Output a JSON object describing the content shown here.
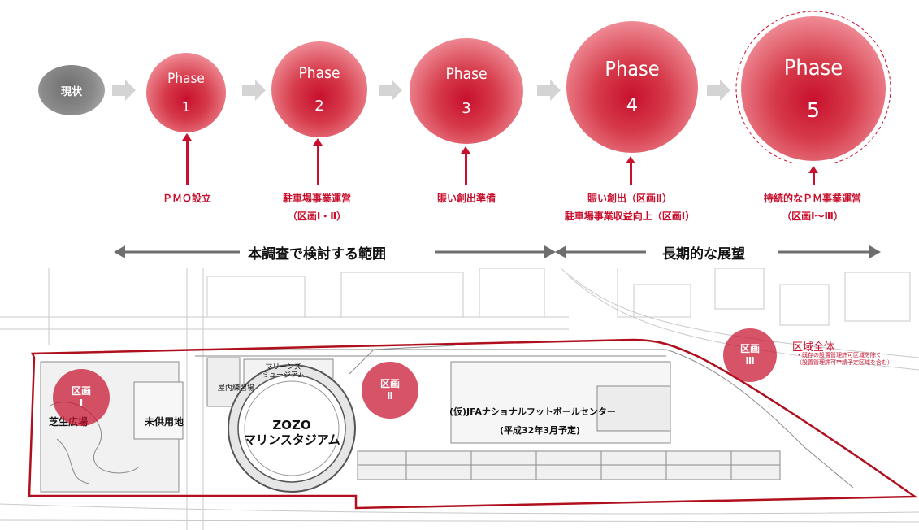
{
  "current": {
    "label": "現状"
  },
  "phases": [
    {
      "word": "Phase",
      "number": "1",
      "label_lines": [
        "ＰＭＯ設立"
      ]
    },
    {
      "word": "Phase",
      "number": "2",
      "label_lines": [
        "駐車場事業運営",
        "（区画Ⅰ・Ⅱ）"
      ]
    },
    {
      "word": "Phase",
      "number": "3",
      "label_lines": [
        "賑い創出準備"
      ]
    },
    {
      "word": "Phase",
      "number": "4",
      "label_lines": [
        "賑い創出（区画Ⅱ）",
        "駐車場事業収益向上（区画Ⅰ）"
      ]
    },
    {
      "word": "Phase",
      "number": "5",
      "label_lines": [
        "持続的なＰＭ事業運営",
        "（区画Ⅰ～Ⅲ）"
      ]
    }
  ],
  "scope": {
    "study_range": "本調査で検討する範囲",
    "long_term": "長期的な展望"
  },
  "map": {
    "zone1": [
      "区画",
      "Ⅰ"
    ],
    "zone2": [
      "区画",
      "Ⅱ"
    ],
    "zone3": [
      "区画",
      "Ⅲ"
    ],
    "whole_area": "区域全体",
    "whole_area_notes": [
      "・既存の設置管理許可区域を除く",
      "（設置管理許可申請予定区域を含む）"
    ],
    "lawn_plaza": "芝生広場",
    "undeveloped": "未供用地",
    "stadium": [
      "ZOZO",
      "マリンスタジアム"
    ],
    "marines_museum": [
      "マリーンズ",
      "ミュージアム"
    ],
    "indoor_practice": "屋内練習場",
    "jfa_center": "(仮)JFAナショナルフットボールセンター",
    "jfa_schedule": "(平成32年3月予定)"
  },
  "colors": {
    "accent": "#c8102e",
    "gray": "#8a8a8a",
    "arrow": "#6e6e6e"
  }
}
